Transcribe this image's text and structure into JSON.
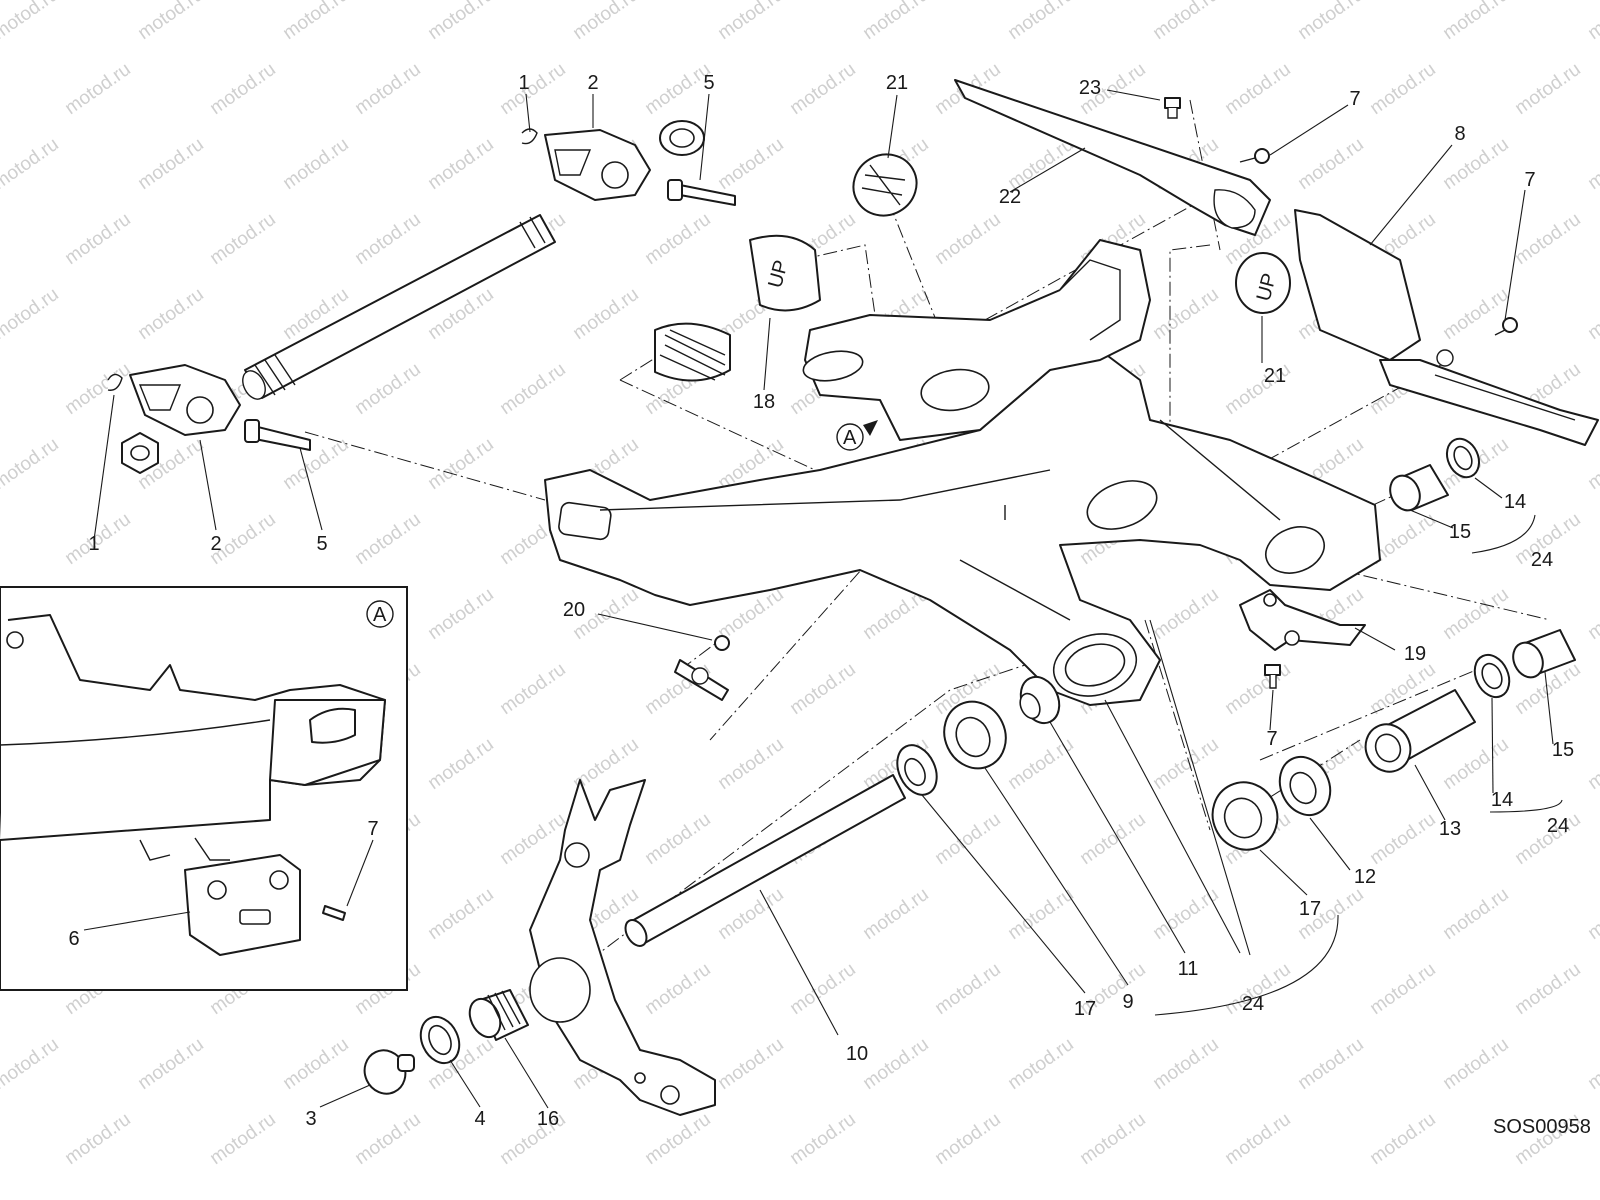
{
  "diagram": {
    "drawing_code": "SOS00958",
    "watermark": "motod.ru",
    "detail_label": "A",
    "callouts": [
      "1",
      "2",
      "5",
      "1",
      "2",
      "5",
      "21",
      "23",
      "7",
      "8",
      "7",
      "22",
      "18",
      "21",
      "14",
      "15",
      "24",
      "19",
      "20",
      "7",
      "13",
      "14",
      "15",
      "24",
      "12",
      "17",
      "11",
      "9",
      "17",
      "24",
      "10",
      "16",
      "4",
      "3",
      "6",
      "7"
    ]
  }
}
